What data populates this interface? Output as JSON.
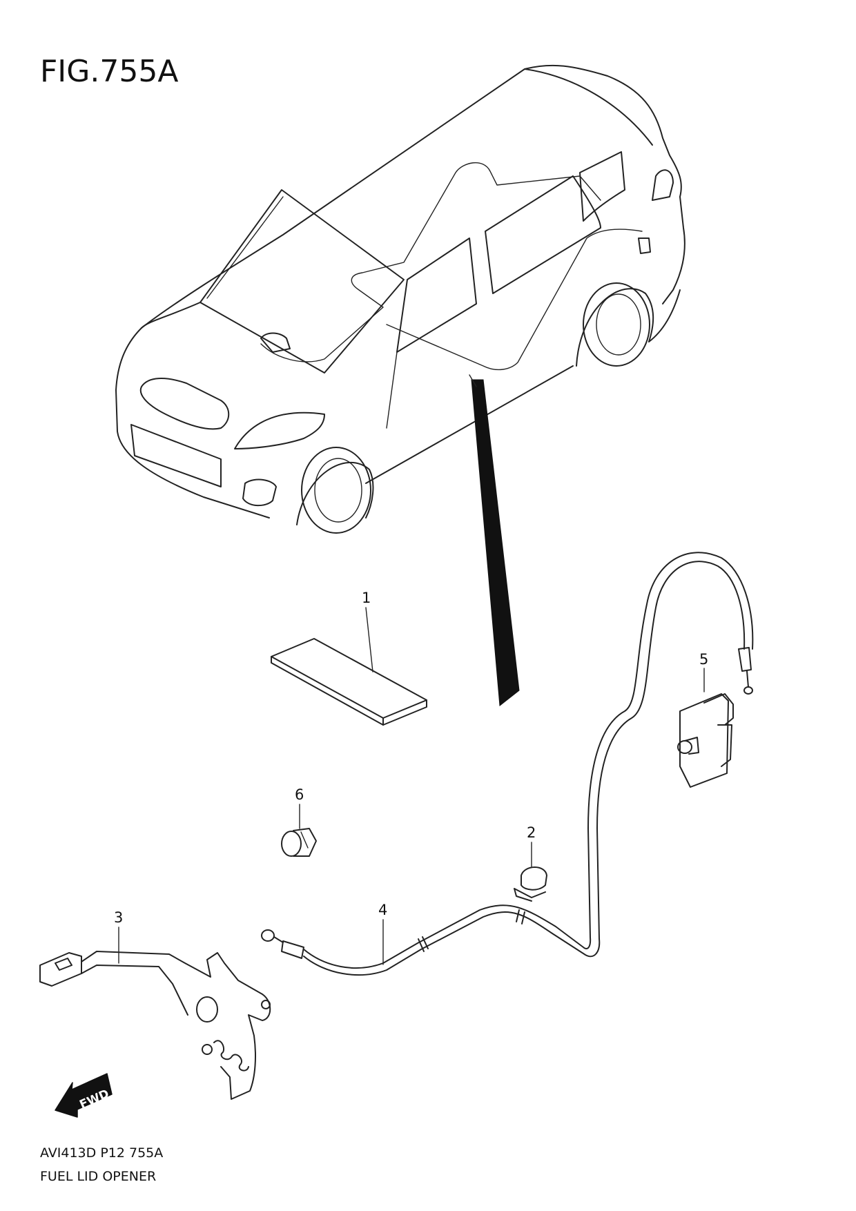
{
  "figure": {
    "title": "FIG.755A",
    "code_line": "AVI413D P12 755A",
    "name_line": "FUEL LID OPENER",
    "fwd_label": "FWD"
  },
  "callouts": [
    "1",
    "2",
    "3",
    "4",
    "5",
    "6"
  ],
  "colors": {
    "line": "#222222",
    "background": "#ffffff"
  }
}
